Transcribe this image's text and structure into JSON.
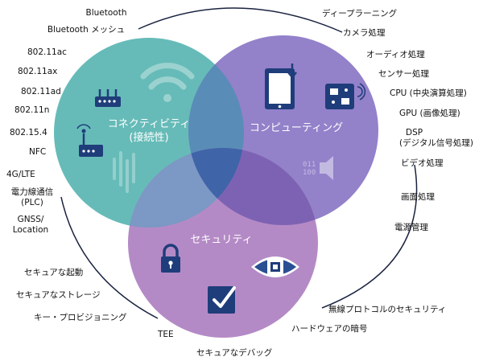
{
  "colors": {
    "connectivity": "#66bbb8",
    "computing": "#8f7dc8",
    "security": "#b48ac6",
    "overlap_center": "#3f64a8",
    "icon_navy": "#1f3d7a",
    "arc": "#1a2340"
  },
  "circles": {
    "connectivity": {
      "title": "コネクティビティ",
      "subtitle": "(接続性)"
    },
    "computing": {
      "title": "コンピューティング"
    },
    "security": {
      "title": "セキュリティ"
    }
  },
  "connectivity_items": [
    "Bluetooth",
    "Bluetooth メッシュ",
    "802.11ac",
    "802.11ax",
    "802.11ad",
    "802.11n",
    "802.15.4",
    "NFC",
    "4G/LTE",
    "電力線通信",
    "(PLC)",
    "GNSS/",
    "Location"
  ],
  "computing_items": [
    "ディープラーニング",
    "カメラ処理",
    "オーディオ処理",
    "センサー処理",
    "CPU (中央演算処理)",
    "GPU (画像処理)",
    "DSP",
    "(デジタル信号処理)",
    "ビデオ処理",
    "画面処理",
    "電源管理"
  ],
  "security_items": [
    "セキュアな起動",
    "セキュアなストレージ",
    "キー・プロビジョニング",
    "TEE",
    "セキュアなデバッグ",
    "ハードウェアの暗号",
    "無線プロトコルのセキュリティ"
  ],
  "icons": {
    "wifi": "wifi-icon",
    "router": "router-icon",
    "wireless_router": "wireless-router-icon",
    "tablet": "tablet-icon",
    "chip": "chip-icon",
    "binary_speaker": "binary-speaker-icon",
    "lock": "lock-icon",
    "eye_chip": "eye-chip-icon",
    "checkbox": "checkbox-icon"
  },
  "binary_text": [
    "011",
    "100"
  ]
}
